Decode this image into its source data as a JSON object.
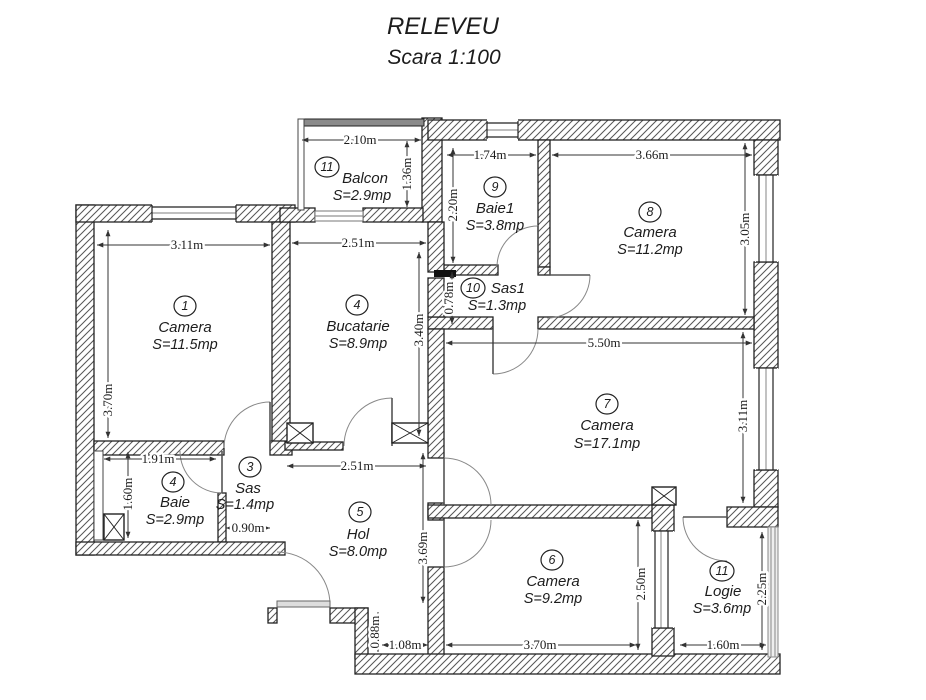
{
  "header": {
    "title": "RELEVEU",
    "subtitle": "Scara 1:100"
  },
  "colors": {
    "ink": "#1c1c1c",
    "hatch": "#555555",
    "glazing": "#999999"
  },
  "rooms": [
    {
      "num": "1",
      "name": "Camera",
      "area": "S=11.5mp"
    },
    {
      "num": "4",
      "name": "Bucatarie",
      "area": "S=8.9mp"
    },
    {
      "num": "11",
      "name": "Balcon",
      "area": "S=2.9mp"
    },
    {
      "num": "9",
      "name": "Baie1",
      "area": "S=3.8mp"
    },
    {
      "num": "8",
      "name": "Camera",
      "area": "S=11.2mp"
    },
    {
      "num": "10",
      "name": "Sas1",
      "area": "S=1.3mp"
    },
    {
      "num": "7",
      "name": "Camera",
      "area": "S=17.1mp"
    },
    {
      "num": "4",
      "name": "Baie",
      "area": "S=2.9mp"
    },
    {
      "num": "3",
      "name": "Sas",
      "area": "S=1.4mp"
    },
    {
      "num": "5",
      "name": "Hol",
      "area": "S=8.0mp"
    },
    {
      "num": "6",
      "name": "Camera",
      "area": "S=9.2mp"
    },
    {
      "num": "11",
      "name": "Logie",
      "area": "S=3.6mp"
    }
  ],
  "dims": {
    "balcon_w": "2.10m",
    "balcon_h": "1.36m",
    "baie1_w": "1.74m",
    "baie1_h": "2.20m",
    "cam8_w": "3.66m",
    "cam8_h": "3.05m",
    "cam1_w": "3.11m",
    "cam1_h": "3.70m",
    "buc_w": "2.51m",
    "buc_h": "3.40m",
    "sas1_h": "0.78m",
    "cam7_w": "5.50m",
    "cam7_h": "3.11m",
    "baie_w": "1.91m",
    "baie_h": "1.60m",
    "sas_w": "0.90m",
    "hol_w": "2.51m",
    "hol_h": "3.69m",
    "step_w": "1.08m",
    "step_h": "0.88m",
    "cam6_w": "3.70m",
    "cam6_h": "2.50m",
    "logie_w": "1.60m",
    "logie_h": "2.25m"
  }
}
